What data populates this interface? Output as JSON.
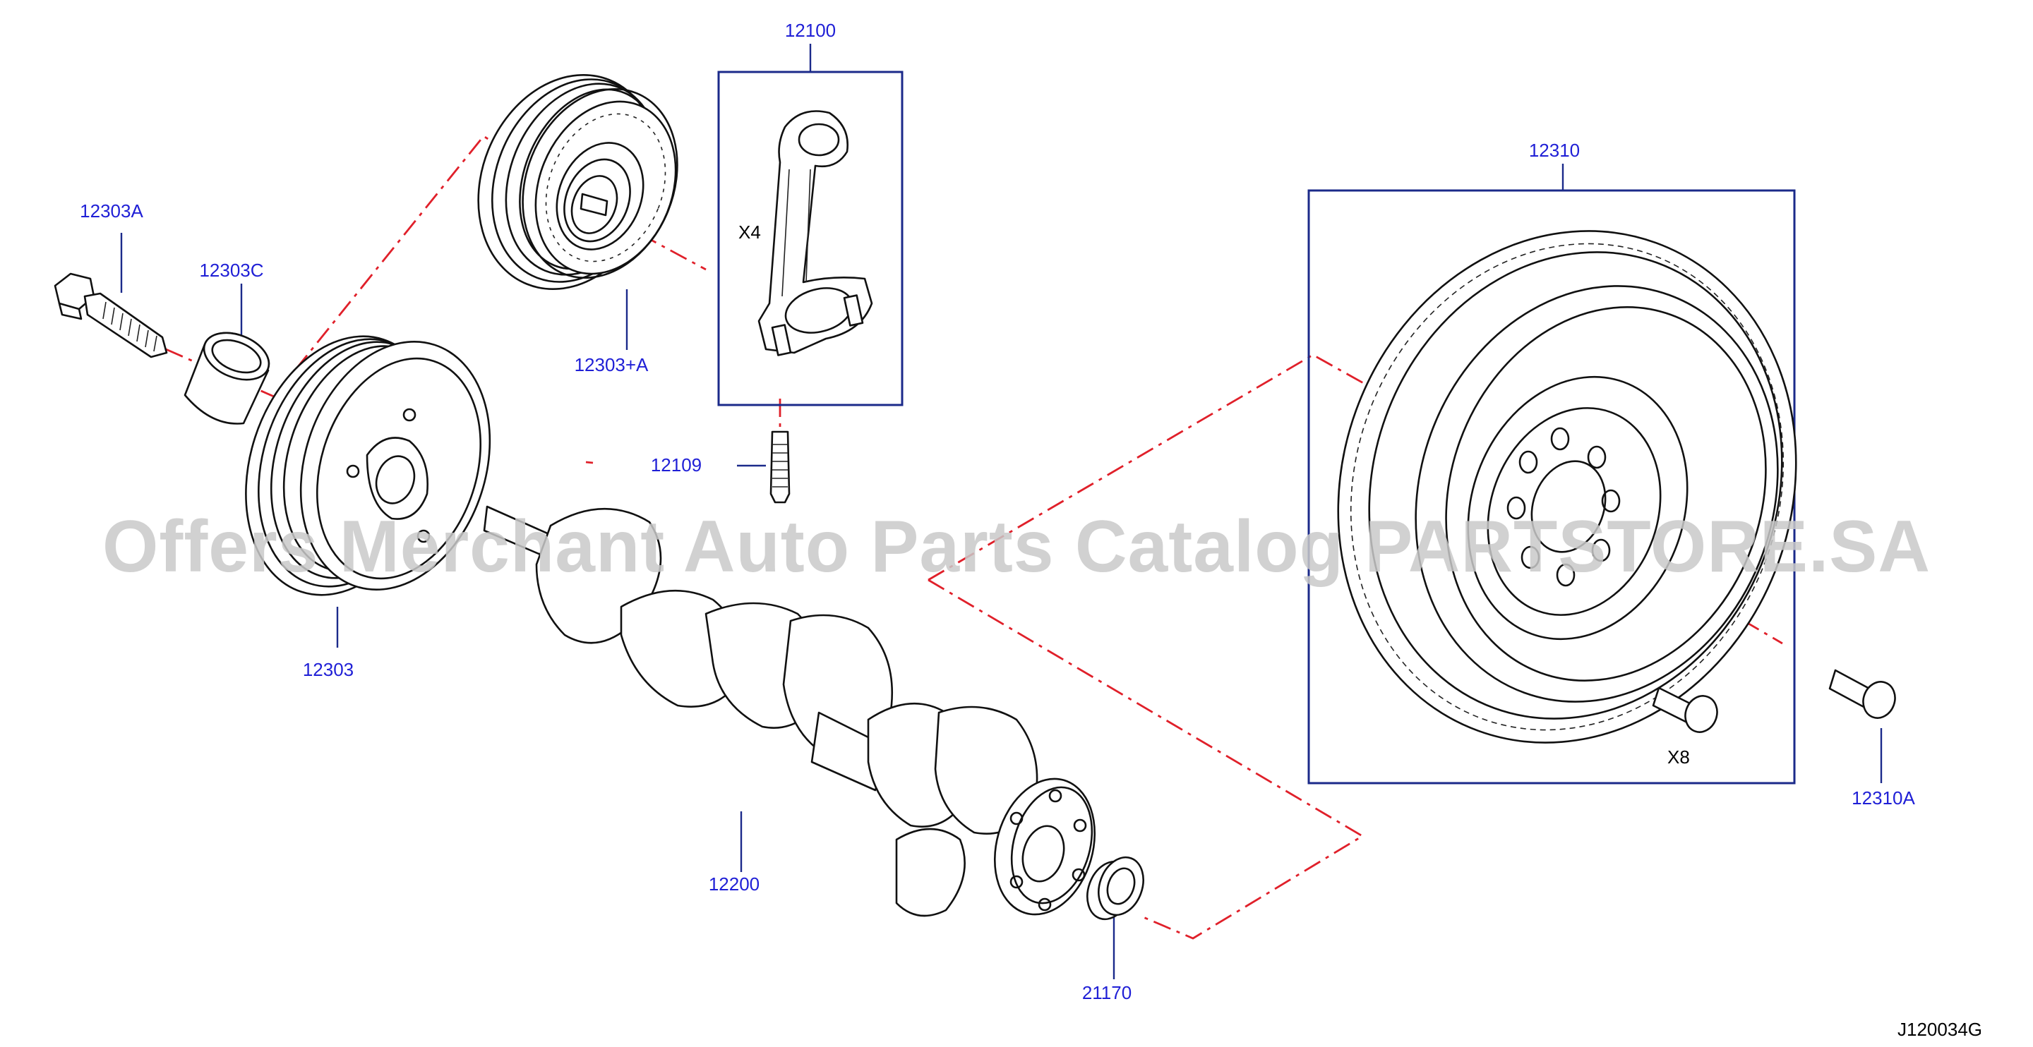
{
  "diagram_code": "J120034G",
  "watermark": "Offers Merchant Auto Parts Catalog PARTSTORE.SA",
  "colors": {
    "label": "#1f1fd6",
    "leader": "#1b2a8a",
    "phantom_line": "#e0202a",
    "line_art": "#111111",
    "watermark": "#c9c9c9"
  },
  "callouts": [
    {
      "id": "12100",
      "text": "12100"
    },
    {
      "id": "12303A",
      "text": "12303A"
    },
    {
      "id": "12303C",
      "text": "12303C"
    },
    {
      "id": "12303+A",
      "text": "12303+A"
    },
    {
      "id": "12109",
      "text": "12109"
    },
    {
      "id": "12303",
      "text": "12303"
    },
    {
      "id": "12200",
      "text": "12200"
    },
    {
      "id": "21170",
      "text": "21170"
    },
    {
      "id": "12310",
      "text": "12310"
    },
    {
      "id": "12310A",
      "text": "12310A"
    }
  ],
  "quantities": {
    "connecting_rod": "X4",
    "flywheel_bolt": "X8"
  }
}
